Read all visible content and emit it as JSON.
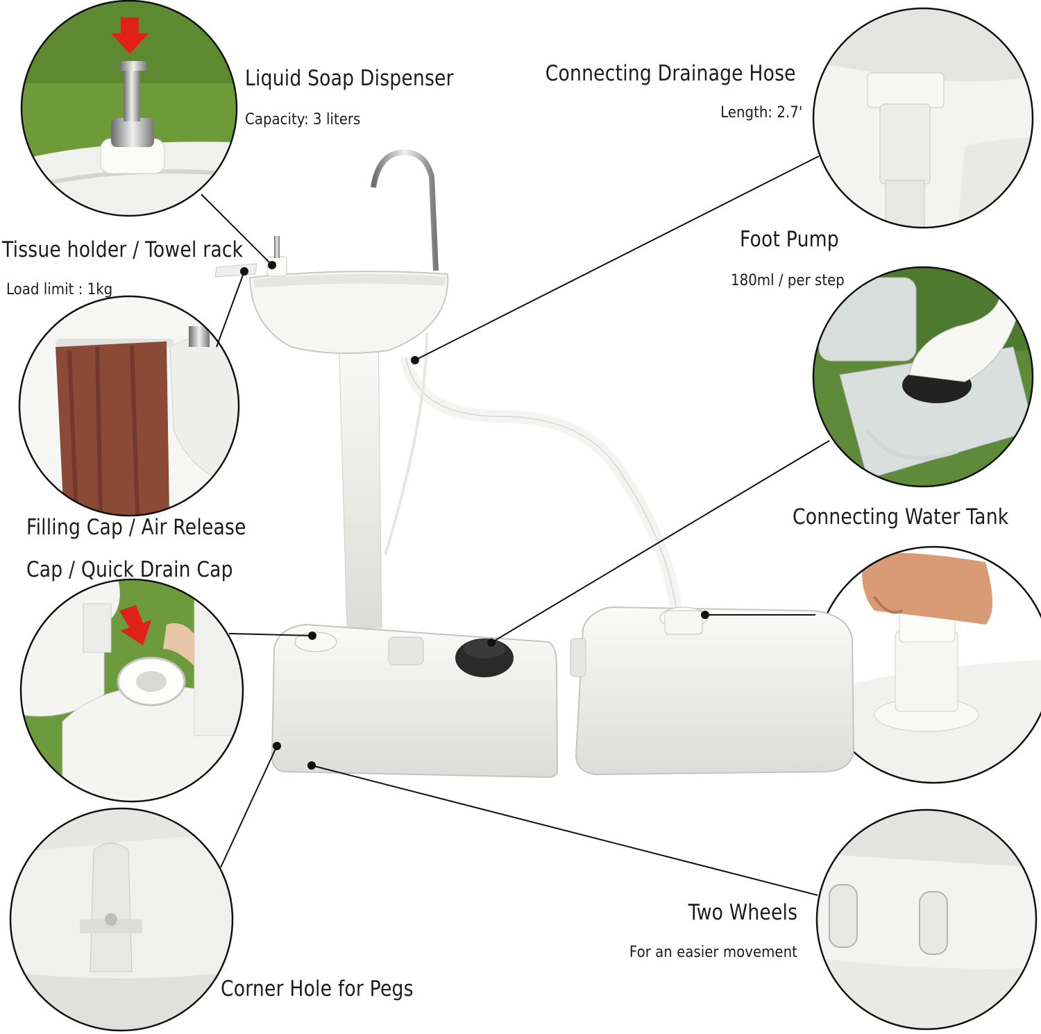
{
  "callouts": {
    "soap": {
      "title": "Liquid Soap Dispenser",
      "detail": "Capacity: 3 liters"
    },
    "drain": {
      "title": "Connecting Drainage Hose",
      "detail": "Length: 2.7'"
    },
    "tissue": {
      "title": "Tissue holder / Towel rack",
      "detail": "Load limit : 1kg"
    },
    "pump": {
      "title": "Foot Pump",
      "detail": "180ml / per step"
    },
    "filling": {
      "title_line1": "Filling Cap / Air Release",
      "title_line2": "Cap / Quick Drain Cap"
    },
    "tank": {
      "title": "Connecting Water Tank"
    },
    "wheels": {
      "title": "Two Wheels",
      "detail": "For an easier movement"
    },
    "corner": {
      "title": "Corner Hole for Pegs"
    }
  },
  "colors": {
    "plastic": "#f2f2f0",
    "plastic_shade": "#d9d9d6",
    "grass": "#6e9a3a",
    "towel": "#8a4a35",
    "arrow": "#e0201a",
    "pump_cap": "#2a2a2a",
    "line": "#111111"
  }
}
